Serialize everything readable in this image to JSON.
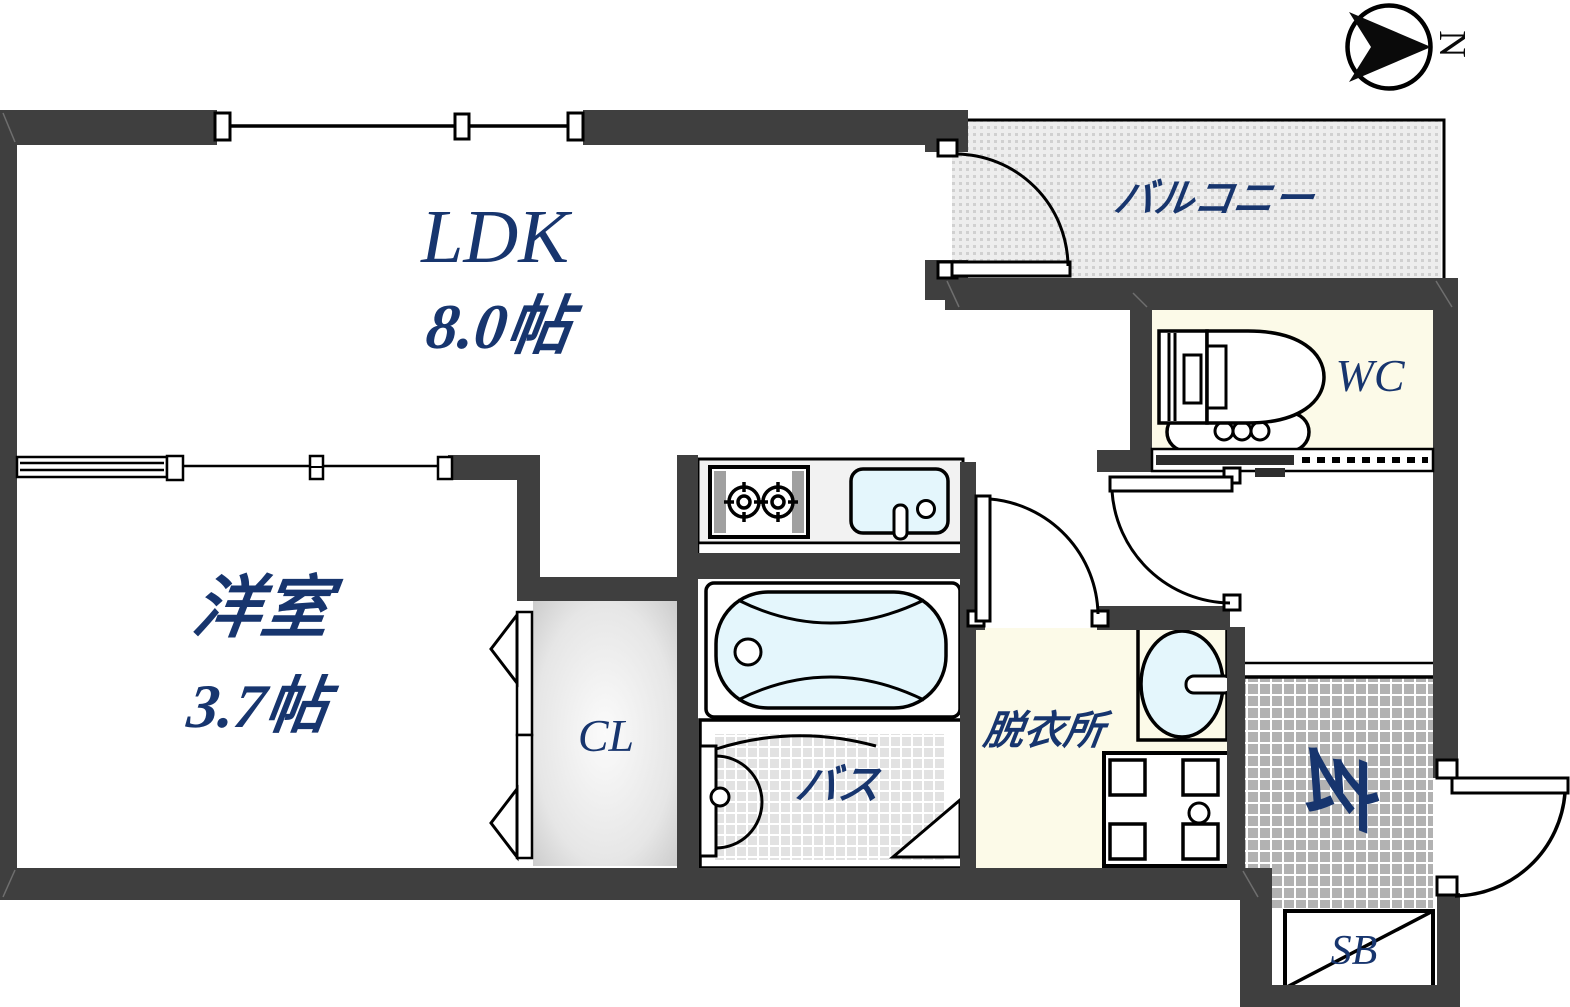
{
  "compass": {
    "label": "N"
  },
  "rooms": {
    "ldk": {
      "name": "LDK",
      "size": "8.0帖"
    },
    "western_room": {
      "name": "洋室",
      "size": "3.7帖"
    },
    "balcony": {
      "name": "バルコニー"
    },
    "wc": {
      "name": "WC"
    },
    "closet": {
      "name": "CL"
    },
    "bath": {
      "name": "バス"
    },
    "dressing_room": {
      "name": "脱衣所"
    },
    "entrance": {
      "name": "玄"
    },
    "shoe_box": {
      "name": "SB"
    }
  },
  "colors": {
    "wall": "#3f3f3f",
    "label_navy": "#17356e",
    "room_cream": "#fcfae8",
    "fixture_water": "#e4f6fc",
    "entrance_tile": "#b2b2b2",
    "bath_tile": "#e2e2e2",
    "balcony_fill": "#ededed"
  }
}
